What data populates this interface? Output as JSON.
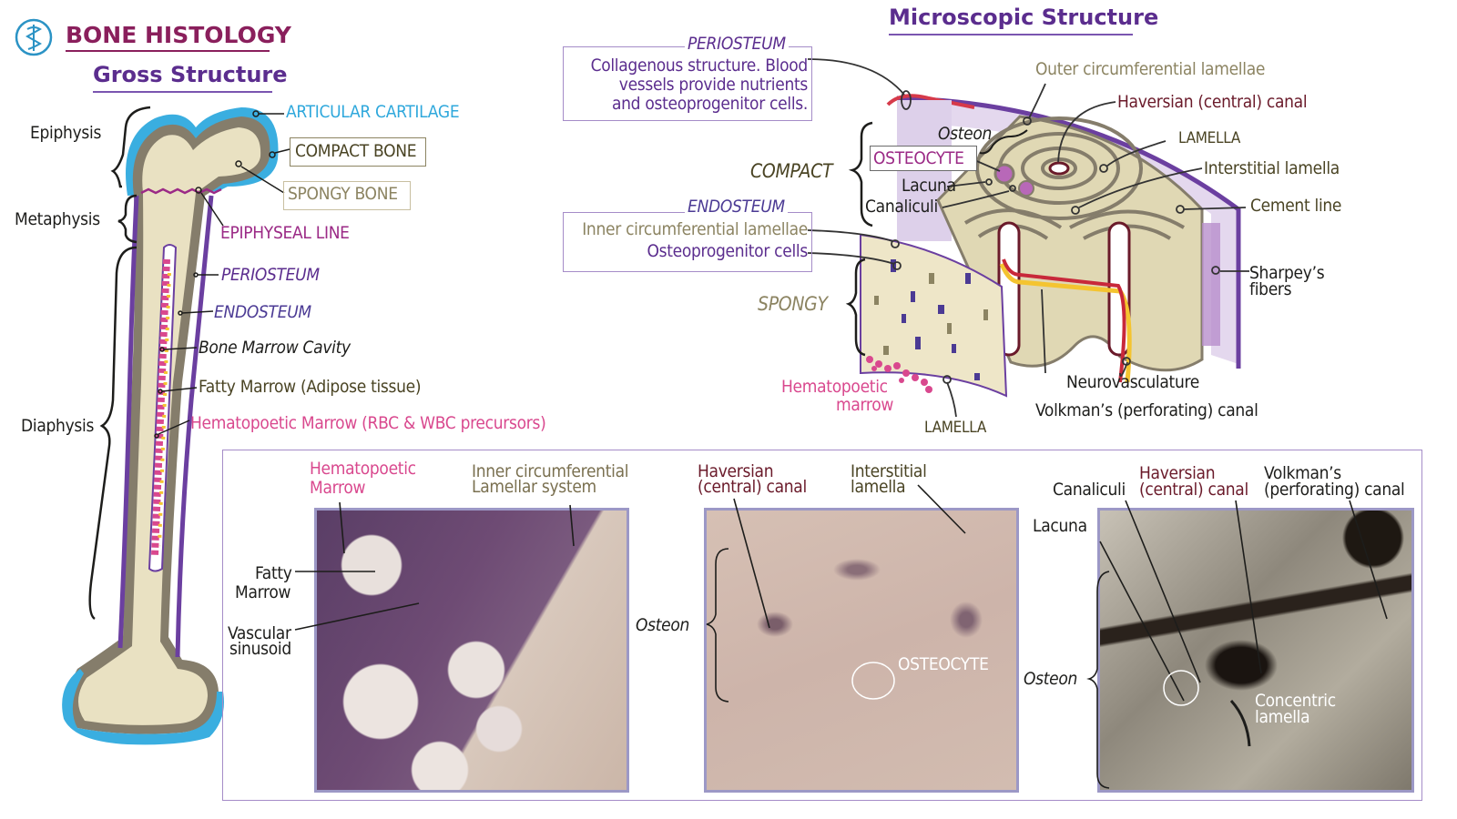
{
  "header": {
    "logo_icon": "caduceus-icon",
    "title": "BONE HISTOLOGY",
    "gross_title": "Gross Structure",
    "micro_title": "Microscopic Structure"
  },
  "colors": {
    "title": "#8a1f5c",
    "subtitle": "#5b2d8e",
    "cartilage": "#3aaee0",
    "compact": "#857d6b",
    "spongy": "#e9e1c2",
    "periosteum": "#6b3fa0",
    "marrow_red": "#d9488e",
    "marrow_fat": "#f4c430"
  },
  "gross": {
    "regions": {
      "epiphysis": "Epiphysis",
      "metaphysis": "Metaphysis",
      "diaphysis": "Diaphysis"
    },
    "labels": {
      "articular_cartilage": "ARTICULAR CARTILAGE",
      "compact_bone": "COMPACT BONE",
      "spongy_bone": "SPONGY BONE",
      "epiphyseal_line": "EPIPHYSEAL LINE",
      "periosteum": "PERIOSTEUM",
      "endosteum": "ENDOSTEUM",
      "marrow_cavity": "Bone Marrow Cavity",
      "fatty_marrow": "Fatty Marrow (Adipose tissue)",
      "hematopoetic_marrow": "Hematopoetic Marrow (RBC & WBC precursors)"
    }
  },
  "micro": {
    "periosteum_box": {
      "heading": "PERIOSTEUM",
      "lines": [
        "Collagenous structure.  Blood",
        "vessels provide nutrients",
        "and osteoprogenitor cells."
      ]
    },
    "endosteum_box": {
      "heading": "ENDOSTEUM",
      "line1": "Inner circumferential lamellae",
      "line2": "Osteoprogenitor cells"
    },
    "labels": {
      "compact": "COMPACT",
      "spongy": "SPONGY",
      "osteon": "Osteon",
      "osteocyte": "OSTEOCYTE",
      "lacuna": "Lacuna",
      "canaliculi": "Canaliculi",
      "outer_circ": "Outer circumferential lamellae",
      "haversian": "Haversian (central) canal",
      "lamella_top": "LAMELLA",
      "interstitial": "Interstitial lamella",
      "cement": "Cement line",
      "sharpeys_1": "Sharpey’s",
      "sharpeys_2": "fibers",
      "neurovasculature": "Neurovasculature",
      "volkmans": "Volkman’s (perforating) canal",
      "hema_1": "Hematopoetic",
      "hema_2": "marrow",
      "lamella_bottom": "LAMELLA"
    }
  },
  "panels": {
    "marrow": {
      "hema_1": "Hematopoetic",
      "hema_2": "Marrow",
      "inner_1": "Inner circumferential",
      "inner_2": "Lamellar system",
      "fatty_1": "Fatty",
      "fatty_2": "Marrow",
      "vascular_1": "Vascular",
      "vascular_2": "sinusoid"
    },
    "compact": {
      "haversian_1": "Haversian",
      "haversian_2": "(central) canal",
      "interstitial_1": "Interstitial",
      "interstitial_2": "lamella",
      "osteon": "Osteon",
      "osteocyte": "OSTEOCYTE"
    },
    "ground": {
      "canaliculi": "Canaliculi",
      "haversian_1": "Haversian",
      "haversian_2": "(central) canal",
      "volkmans_1": "Volkman’s",
      "volkmans_2": "(perforating) canal",
      "lacuna": "Lacuna",
      "osteon": "Osteon",
      "concentric_1": "Concentric",
      "concentric_2": "lamella"
    }
  }
}
